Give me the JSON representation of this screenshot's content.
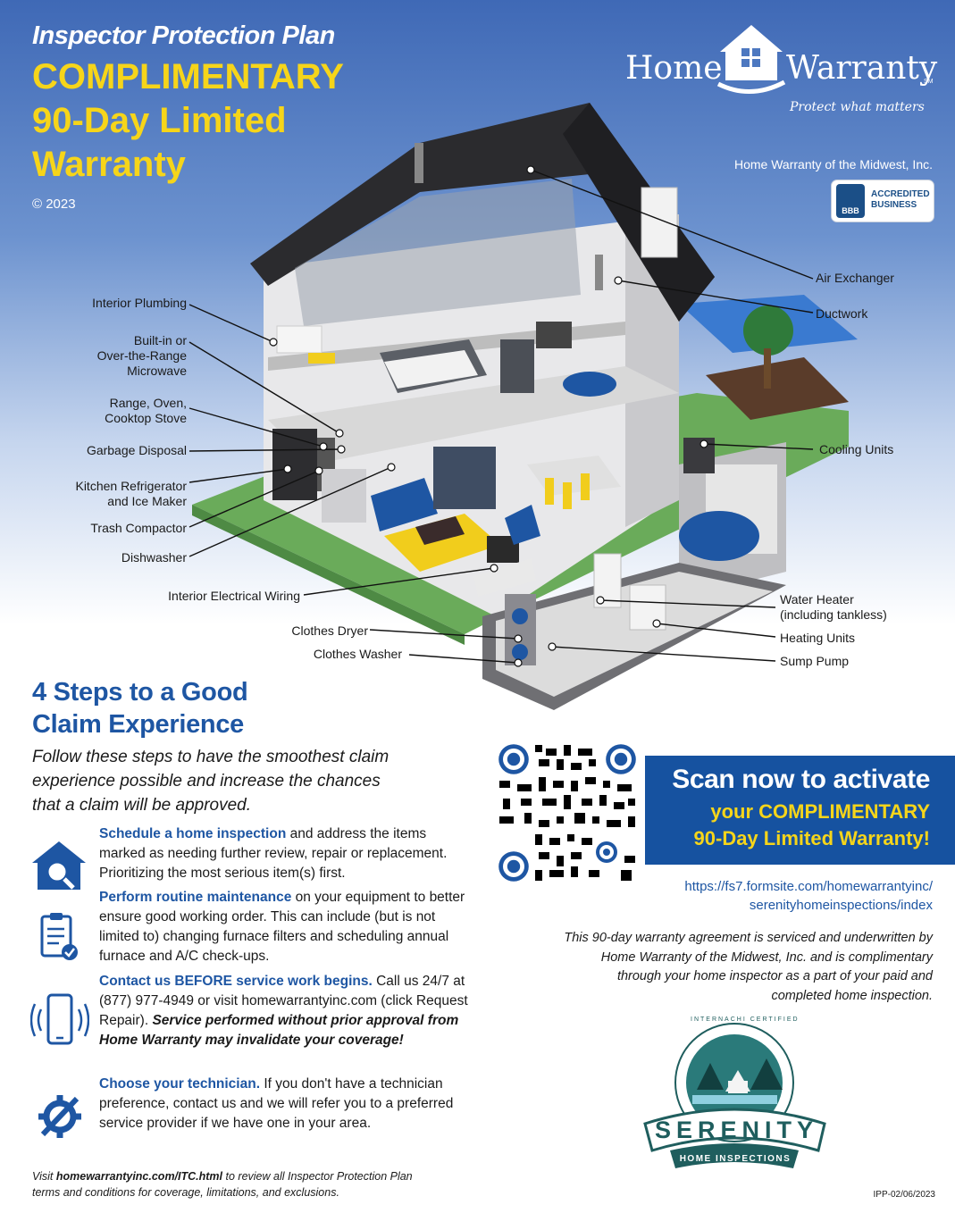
{
  "header": {
    "subtitle": "Inspector Protection Plan",
    "title_line1": "COMPLIMENTARY",
    "title_line2": "90-Day Limited",
    "title_line3": "Warranty",
    "copyright": "© 2023"
  },
  "brand": {
    "logo_word1": "Home",
    "logo_word2": "Warranty",
    "logo_sm": "SM",
    "tagline": "Protect what matters",
    "company": "Home Warranty of the Midwest, Inc.",
    "bbb_mark": "BBB",
    "bbb_line1": "ACCREDITED",
    "bbb_line2": "BUSINESS"
  },
  "labels_left": {
    "interior_plumbing": "Interior Plumbing",
    "microwave_1": "Built-in or",
    "microwave_2": "Over-the-Range",
    "microwave_3": "Microwave",
    "range_1": "Range, Oven,",
    "range_2": "Cooktop Stove",
    "garbage_disposal": "Garbage Disposal",
    "fridge_1": "Kitchen Refrigerator",
    "fridge_2": "and Ice Maker",
    "trash_compactor": "Trash Compactor",
    "dishwasher": "Dishwasher",
    "electrical": "Interior Electrical Wiring",
    "dryer": "Clothes Dryer",
    "washer": "Clothes Washer"
  },
  "labels_right": {
    "air_exchanger": "Air Exchanger",
    "ductwork": "Ductwork",
    "cooling_units": "Cooling Units",
    "water_heater_1": "Water Heater",
    "water_heater_2": "(including tankless)",
    "heating_units": "Heating Units",
    "sump_pump": "Sump Pump"
  },
  "steps": {
    "title_line1": "4 Steps to a Good",
    "title_line2": "Claim Experience",
    "intro": "Follow these steps to have the smoothest claim experience possible and increase the chances that a claim will be approved.",
    "s1_head": "Schedule a home inspection",
    "s1_body": " and address the items marked as needing further review, repair or replacement. Prioritizing the most serious item(s) first.",
    "s2_head": "Perform routine maintenance",
    "s2_body": " on your equipment to better ensure good working order. This can include (but is not limited to) changing furnace filters and scheduling annual furnace and A/C check-ups.",
    "s3_head": "Contact us BEFORE service work begins.",
    "s3_body": " Call us 24/7 at (877) 977-4949 or visit homewarrantyinc.com (click Request Repair). ",
    "s3_warn": "Service performed without prior approval from Home Warranty may invalidate your coverage!",
    "s4_head": "Choose your technician.",
    "s4_body": " If you don't have a technician preference, contact us and we will refer you to a preferred service provider if we have one in your area."
  },
  "cta": {
    "line1": "Scan now to activate",
    "line2": "your COMPLIMENTARY",
    "line3": "90-Day Limited Warranty!",
    "url_line1": "https://fs7.formsite.com/homewarrantyinc/",
    "url_line2": "serenityhomeinspections/index",
    "disclaimer": "This 90-day warranty agreement is serviced and underwritten by Home Warranty of the Midwest, Inc. and is complimentary through your home inspector as a part of your paid and completed home inspection."
  },
  "badge": {
    "arc_text": "INTERNACHI CERTIFIED",
    "name": "SERENITY",
    "sub": "HOME INSPECTIONS"
  },
  "footer": {
    "prefix": "Visit ",
    "link": "homewarrantyinc.com/ITC.html",
    "rest": " to review all Inspector Protection Plan",
    "line2": "terms and conditions for coverage, limitations, and exclusions.",
    "code": "IPP-02/06/2023"
  },
  "colors": {
    "brand_blue": "#1e56a3",
    "cta_blue": "#1652a0",
    "accent_yellow": "#f6d51a"
  }
}
